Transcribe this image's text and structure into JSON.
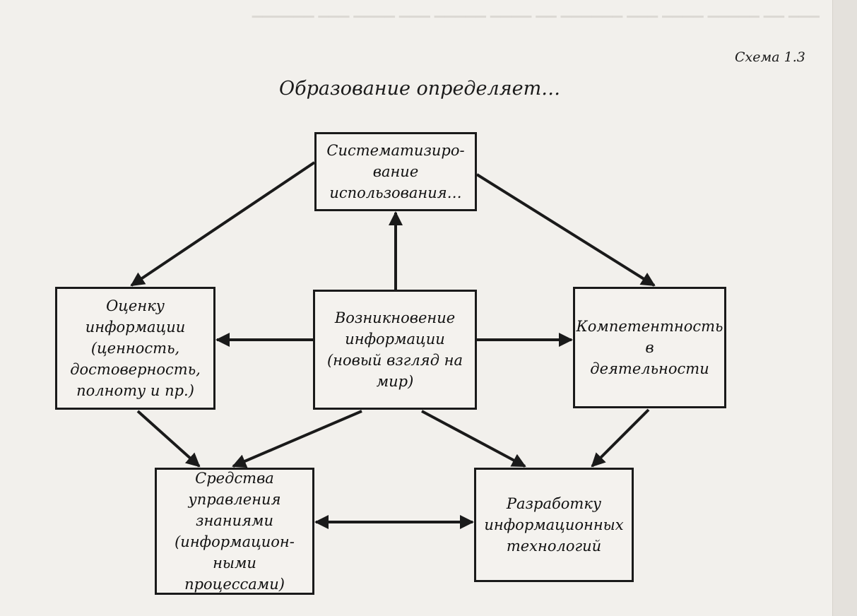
{
  "scheme_label": "Схема 1.3",
  "title": "Образование определяет…",
  "nodes": {
    "systematize": "Систематизиро-\nвание\nиспользования…",
    "evaluation": "Оценку\nинформации\n(ценность,\nдостоверность,\nполноту и пр.)",
    "emergence": "Возникновение\nинформации\n(новый взгляд на\nмир)",
    "competence": "Компетентность в\nдеятельности",
    "knowledge": "Средства\nуправления\nзнаниями\n(информацион-\nными процессами)",
    "development": "Разработку\nинформационных\nтехнологий"
  },
  "edges": [
    {
      "from": "systematize",
      "to": "evaluation",
      "type": "arrow"
    },
    {
      "from": "systematize",
      "to": "competence",
      "type": "arrow"
    },
    {
      "from": "emergence",
      "to": "systematize",
      "type": "arrow"
    },
    {
      "from": "emergence",
      "to": "evaluation",
      "type": "arrow"
    },
    {
      "from": "emergence",
      "to": "competence",
      "type": "arrow"
    },
    {
      "from": "emergence",
      "to": "knowledge",
      "type": "arrow"
    },
    {
      "from": "emergence",
      "to": "development",
      "type": "arrow"
    },
    {
      "from": "evaluation",
      "to": "knowledge",
      "type": "arrow"
    },
    {
      "from": "competence",
      "to": "development",
      "type": "arrow"
    },
    {
      "from": "knowledge",
      "to": "development",
      "type": "double-arrow"
    }
  ],
  "colors": {
    "ink": "#1a1a1a",
    "paper": "#f2f0ec"
  }
}
